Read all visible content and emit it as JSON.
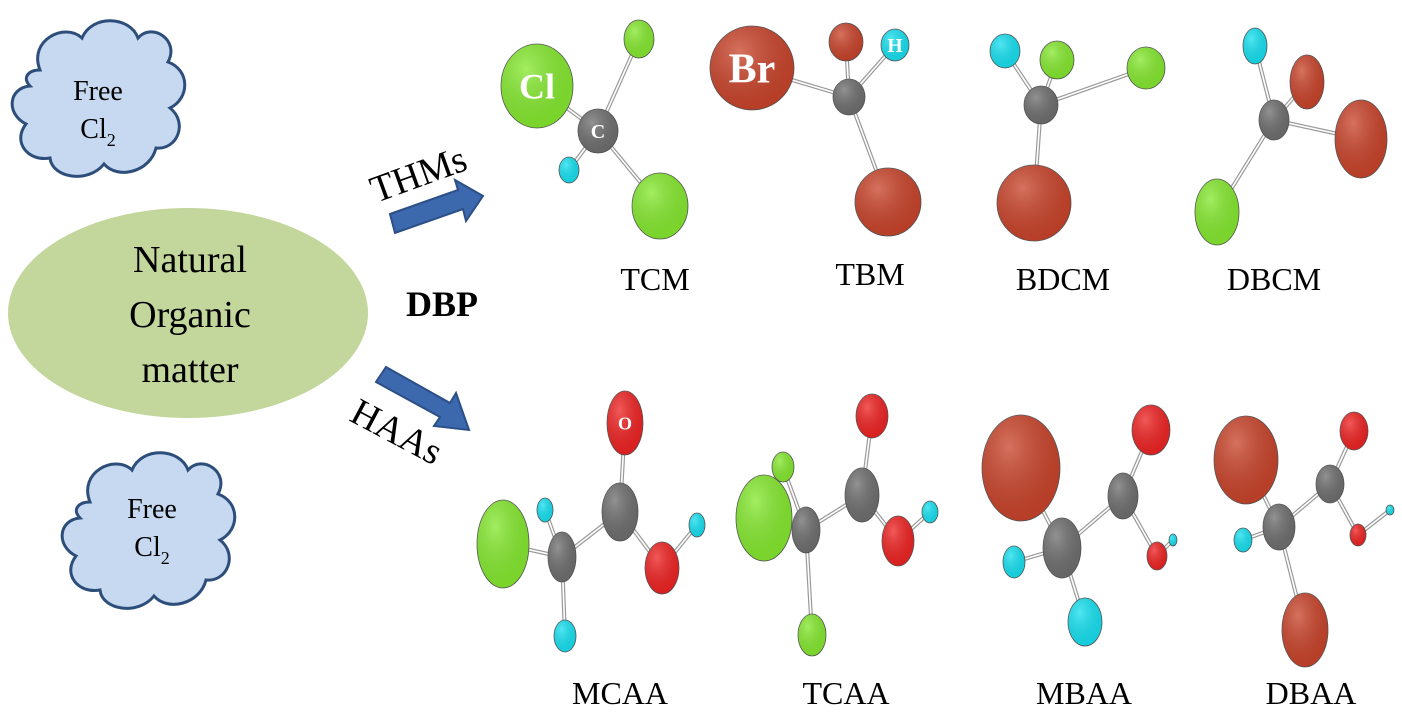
{
  "colors": {
    "Cl": "#84e82e",
    "Br": "#c8432a",
    "O": "#ee2222",
    "H": "#16e0f0",
    "C": "#6e6e6e",
    "cloud_fill": "#c6d9f1",
    "cloud_stroke": "#2d4e7a",
    "nom_fill": "#c3d69b",
    "arrow_fill": "#3c68ad"
  },
  "clouds": [
    {
      "line1": "Free",
      "line2_main": "Cl",
      "line2_sub": "2"
    },
    {
      "line1": "Free",
      "line2_main": "Cl",
      "line2_sub": "2"
    }
  ],
  "nom": {
    "lines": [
      "Natural",
      "Organic",
      "matter"
    ]
  },
  "dbp": "DBP",
  "arrows": {
    "thms": "THMs",
    "haas": "HAAs"
  },
  "atom_labels": {
    "Cl": "Cl",
    "C": "C",
    "Br": "Br",
    "H": "H",
    "O": "O"
  },
  "molecules": [
    {
      "name": "TCM"
    },
    {
      "name": "TBM"
    },
    {
      "name": "BDCM"
    },
    {
      "name": "DBCM"
    },
    {
      "name": "MCAA"
    },
    {
      "name": "TCAA"
    },
    {
      "name": "MBAA"
    },
    {
      "name": "DBAA"
    }
  ]
}
